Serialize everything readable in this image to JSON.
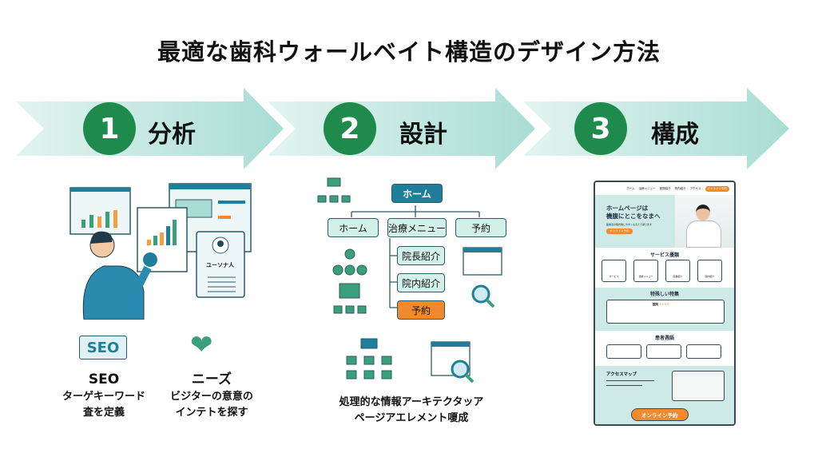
{
  "title": "最適な歯科ウォールベイト構造のデザイン方法",
  "colors": {
    "step_circle": "#1e8a4c",
    "arrow": "#bfe6df",
    "teal": "#1f7f9a",
    "orange": "#f08a2c"
  },
  "steps": [
    {
      "number": "1",
      "label": "分析"
    },
    {
      "number": "2",
      "label": "設計"
    },
    {
      "number": "3",
      "label": "構成"
    }
  ],
  "analysis": {
    "persona_label": "ユーソナ人",
    "seo_icon_text": "SEO",
    "items": [
      {
        "title": "SEO",
        "line1": "ターゲキーワード",
        "line2": "査を定義"
      },
      {
        "title": "ニーズ",
        "line1": "ビジターの意意の",
        "line2": "インテトを探す"
      }
    ]
  },
  "design": {
    "root": "ホーム",
    "level1": [
      "ホーム",
      "治療メニュー",
      "予約"
    ],
    "children": [
      "院長紹介",
      "院内紹介",
      "予約"
    ],
    "caption_line1": "処理的な情報アーキテクタッア",
    "caption_line2": "ページアエレメント嗄成"
  },
  "mockup": {
    "nav": [
      "ホーム",
      "治療メニュー",
      "医院紹介",
      "院内紹介",
      "アクセス"
    ],
    "nav_button": "オンライン予約",
    "hero_line1": "ホームページは",
    "hero_line2": "機腹にとこをなまへ",
    "hero_sub": "医療法の院式他しやすくもえたて報ります",
    "hero_button": "オンライン予約",
    "services_title": "サービス擾類",
    "services": [
      "サービス",
      "治療メニュー",
      "院長紹介",
      "院内紹介"
    ],
    "feature_title": "特殊しい特集",
    "feature_name": "医院",
    "feature_stars": "★★★★",
    "reviews_title": "患者週語",
    "access_title": "アクセスマップ",
    "cta": "オンライン予約"
  }
}
